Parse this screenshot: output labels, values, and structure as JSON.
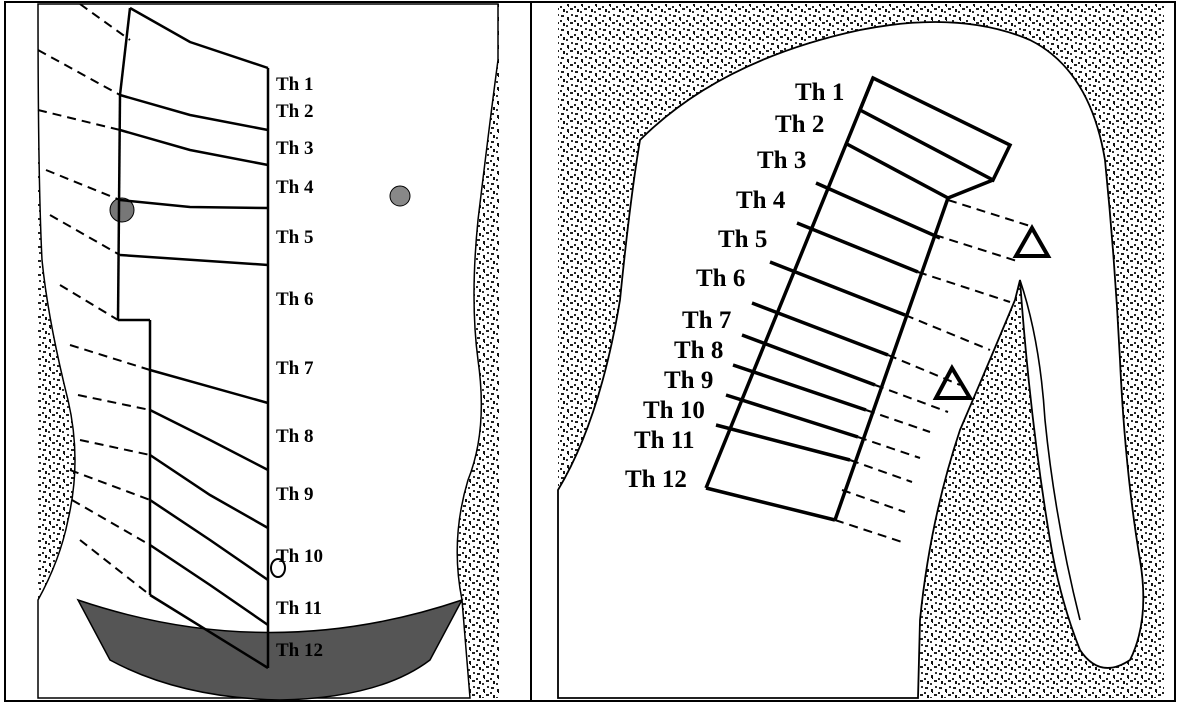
{
  "panels": {
    "front": {
      "labels": [
        "Th 1",
        "Th 2",
        "Th 3",
        "Th 4",
        "Th 5",
        "Th 6",
        "Th 7",
        "Th 8",
        "Th 9",
        "Th 10",
        "Th 11",
        "Th 12"
      ]
    },
    "side": {
      "labels": [
        "Th 1",
        "Th 2",
        "Th 3",
        "Th 4",
        "Th 5",
        "Th 6",
        "Th 7",
        "Th 8",
        "Th 9",
        "Th 10",
        "Th 11",
        "Th 12"
      ],
      "markers": [
        "triangle",
        "triangle"
      ]
    }
  },
  "colors": {
    "line": "#000000",
    "background_texture": "#2b2b2b",
    "paper": "#ffffff"
  }
}
